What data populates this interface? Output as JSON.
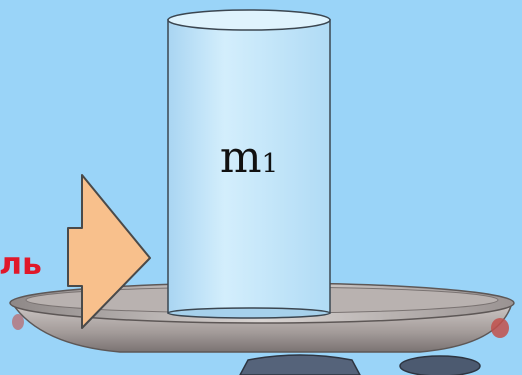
{
  "scene": {
    "body_label": "m",
    "body_label_subscript": "1",
    "arrow_text": "ль"
  },
  "colors": {
    "background": "#9ad4f8",
    "cylinder_fill": "#c6e7fa",
    "cylinder_stroke": "#3b4650",
    "pan_metal": "#b8b0ae",
    "pan_rim": "#6f6a69",
    "arrow_fill": "#f8c08c",
    "arrow_stroke": "#4a4a4a",
    "arrow_text": "#e0182a"
  }
}
